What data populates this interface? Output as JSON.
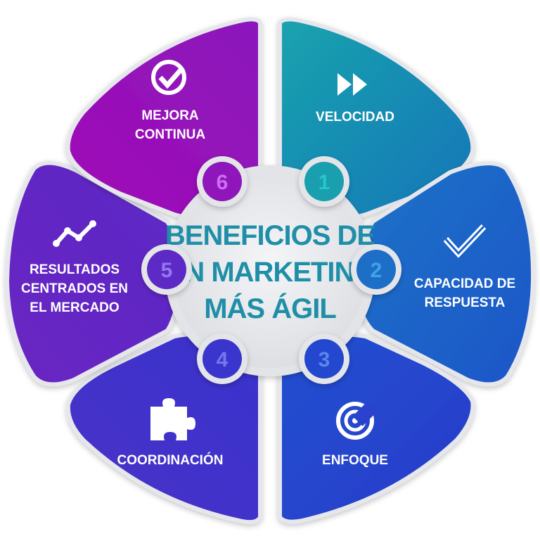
{
  "center": {
    "title_lines": [
      "BENEFICIOS DE",
      "UN MARKETING",
      "MÁS ÁGIL"
    ],
    "color": "#1f8fa8"
  },
  "segments": [
    {
      "number": "1",
      "label_lines": [
        "VELOCIDAD"
      ],
      "icon": "fast-forward-icon",
      "color_start": "#1a9bb0",
      "color_end": "#1677b7"
    },
    {
      "number": "2",
      "label_lines": [
        "CAPACIDAD DE",
        "RESPUESTA"
      ],
      "icon": "checkmark-icon",
      "color_start": "#1f6fc6",
      "color_end": "#1c56c9"
    },
    {
      "number": "3",
      "label_lines": [
        "ENFOQUE"
      ],
      "icon": "target-icon",
      "color_start": "#2349d0",
      "color_end": "#2a3ccc"
    },
    {
      "number": "4",
      "label_lines": [
        "COORDINACIÓN"
      ],
      "icon": "puzzle-piece-icon",
      "color_start": "#3b36cc",
      "color_end": "#4a2fc8"
    },
    {
      "number": "5",
      "label_lines": [
        "RESULTADOS",
        "CENTRADOS EN",
        "EL MERCADO"
      ],
      "icon": "trend-line-icon",
      "color_start": "#6526c4",
      "color_end": "#5a2cc6"
    },
    {
      "number": "6",
      "label_lines": [
        "MEJORA",
        "CONTINUA"
      ],
      "icon": "check-circle-icon",
      "color_start": "#9a12b8",
      "color_end": "#7b1dbf"
    }
  ]
}
